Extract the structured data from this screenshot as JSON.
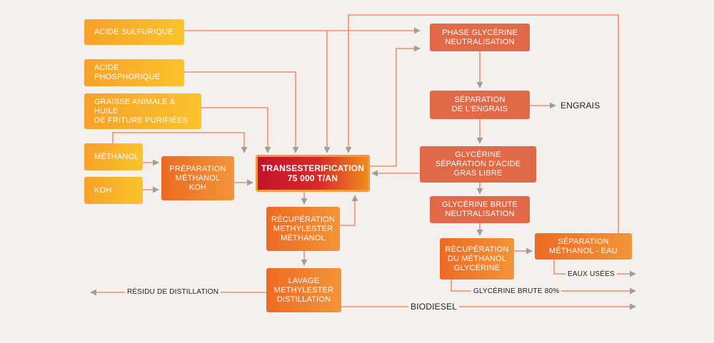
{
  "colors": {
    "line": "#ee7b4f",
    "arrow_grey": "#9e9e9e",
    "background": "#f3f0ed",
    "yellow": "#f7b32b",
    "orange": "#ee7a2c",
    "salmon": "#e06a48",
    "main_red": "#c3132e"
  },
  "boxes": {
    "acide_sulfurique": "ACIDE SULFURIQUE",
    "acide_phosphorique": "ACIDE PHOSPHORIQUE",
    "graisse": "GRAISSE ANIMALE & HUILE\nDE FRITURE PURIFIÉES",
    "methanol": "MÉTHANOL",
    "koh": "KOH",
    "preparation": "PRÉPARATION\nMÉTHANOL\nKOH",
    "transesterification": "TRANSESTERIFICATION\n75 000 T/AN",
    "recuperation_methylester": "RÉCUPÉRATION\nMETHYLESTER\nMÉTHANOL",
    "lavage": "LAVAGE\nMETHYLESTER\nDISTILLATION",
    "phase_glycerine": "PHASE GLYCÉRINE\nNEUTRALISATION",
    "separation_engrais": "SÉPARATION\nDE L'ENGRAIS",
    "glycerine_separation": "GLYCÉRINE\nSÉPARATION D'ACIDE\nGRAS LIBRE",
    "glycerine_brute": "GLYCÉRINE BRUTE\nNEUTRALISATION",
    "recuperation_methanol": "RÉCUPÉRATION\nDU MÉTHANOL\nGLYCÉRINE",
    "separation_methanol_eau": "SÉPARATION\nMÉTHANOL - EAU"
  },
  "outputs": {
    "engrais": "ENGRAIS",
    "eaux_usees": "EAUX USÉES",
    "glycerine_brute_80": "GLYCÉRINE BRUTE 80%",
    "biodiesel": "BIODIESEL",
    "residu": "RÉSIDU DE DISTILLATION"
  }
}
